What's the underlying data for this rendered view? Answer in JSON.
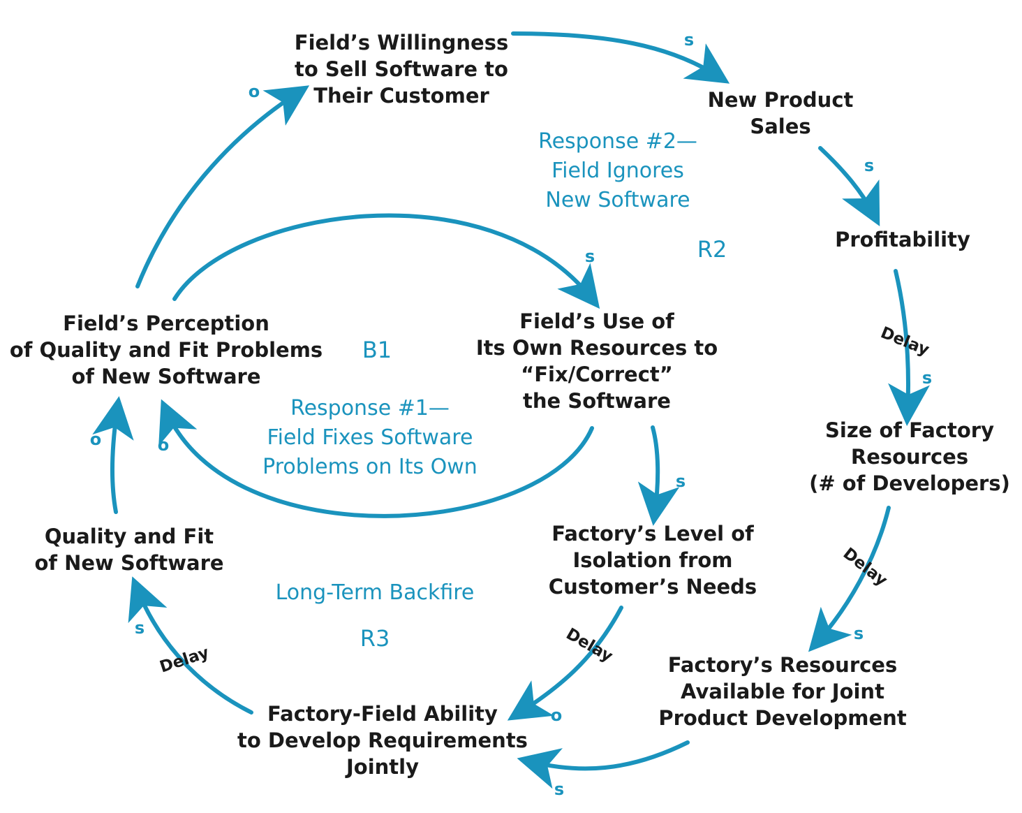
{
  "colors": {
    "arrow": "#1a93bd",
    "text": "#1a1a1a",
    "label": "#1a93bd"
  },
  "nodes": {
    "willingness": [
      "Field’s Willingness",
      "to Sell Software to",
      "Their Customer"
    ],
    "new_product_sales": [
      "New Product",
      "Sales"
    ],
    "profitability": [
      "Profitability"
    ],
    "size_factory": [
      "Size of Factory",
      "Resources",
      "(# of Developers)"
    ],
    "factory_resources": [
      "Factory’s Resources",
      "Available for Joint",
      "Product Development"
    ],
    "joint_ability": [
      "Factory-Field Ability",
      "to Develop Requirements",
      "Jointly"
    ],
    "quality_fit": [
      "Quality and Fit",
      "of New Software"
    ],
    "perception": [
      "Field’s Perception",
      "of Quality and Fit Problems",
      "of New Software"
    ],
    "use_resources": [
      "Field’s Use of",
      "Its Own Resources to",
      "“Fix/Correct”",
      "the Software"
    ],
    "isolation": [
      "Factory’s Level of",
      "Isolation from",
      "Customer’s Needs"
    ]
  },
  "notes": {
    "response2": [
      "Response #2—",
      "Field Ignores",
      "New Software"
    ],
    "response1": [
      "Response #1—",
      "Field Fixes Software",
      "Problems on Its Own"
    ],
    "long_term": [
      "Long-Term Backfire"
    ]
  },
  "loops": {
    "r2": "R2",
    "b1": "B1",
    "r3": "R3"
  },
  "polarity": {
    "s": "s",
    "o": "o"
  },
  "delay_label": "Delay"
}
